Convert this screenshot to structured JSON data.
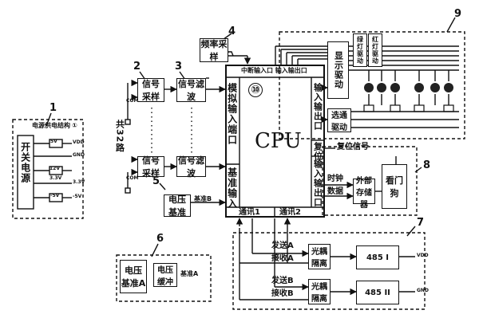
{
  "callouts": [
    "1",
    "2",
    "3",
    "4",
    "5",
    "6",
    "7",
    "8",
    "9",
    "10"
  ],
  "power_box": {
    "title": "电源供电结构",
    "circle_num": "①",
    "switch_label": "开关电源",
    "rails": [
      "5V",
      "12V",
      "3.3V",
      "-5V"
    ],
    "pins": [
      "VDD",
      "GND",
      "3.3V",
      "-5V"
    ]
  },
  "signal_sample": "信号采样",
  "signal_filter": "信号滤波",
  "freq_sample": "频率采样",
  "channels_label": "共32路",
  "voltage_ref": "电压基准",
  "ref_b": "基准B",
  "cpu": {
    "name": "CPU",
    "num": "⑩",
    "interrupt_io": "中断输入口 输入输出口",
    "analog_port": "模拟输入端口",
    "ref_input": "基准输入",
    "io_port": "输入输出口",
    "reset_port": "复位",
    "io_port2": "输入输出口",
    "comm1": "通讯1",
    "comm2": "通讯2"
  },
  "display_drive": "显示驱动",
  "channel_drive": "选通驱动",
  "red_led_drive": "红灯驱动",
  "green_led_drive": "绿灯驱动",
  "reset_signal": "复位信号",
  "clock": "时钟",
  "data": "数据",
  "ext_storage": "外部存储器",
  "watchdog": "看门狗",
  "block6": {
    "ref_a": "电压基准A",
    "buffer": "电压缓冲",
    "ref_a_out": "基准A"
  },
  "comm": {
    "send_a": "发送A",
    "recv_a": "接收A",
    "send_b": "发送B",
    "recv_b": "接收B",
    "opto": "光耦隔离",
    "rs485_1": "485 I",
    "rs485_2": "485 II",
    "vdd": "VDD",
    "gnd": "GND"
  },
  "sensor_labels": [
    "COM",
    "COM"
  ]
}
